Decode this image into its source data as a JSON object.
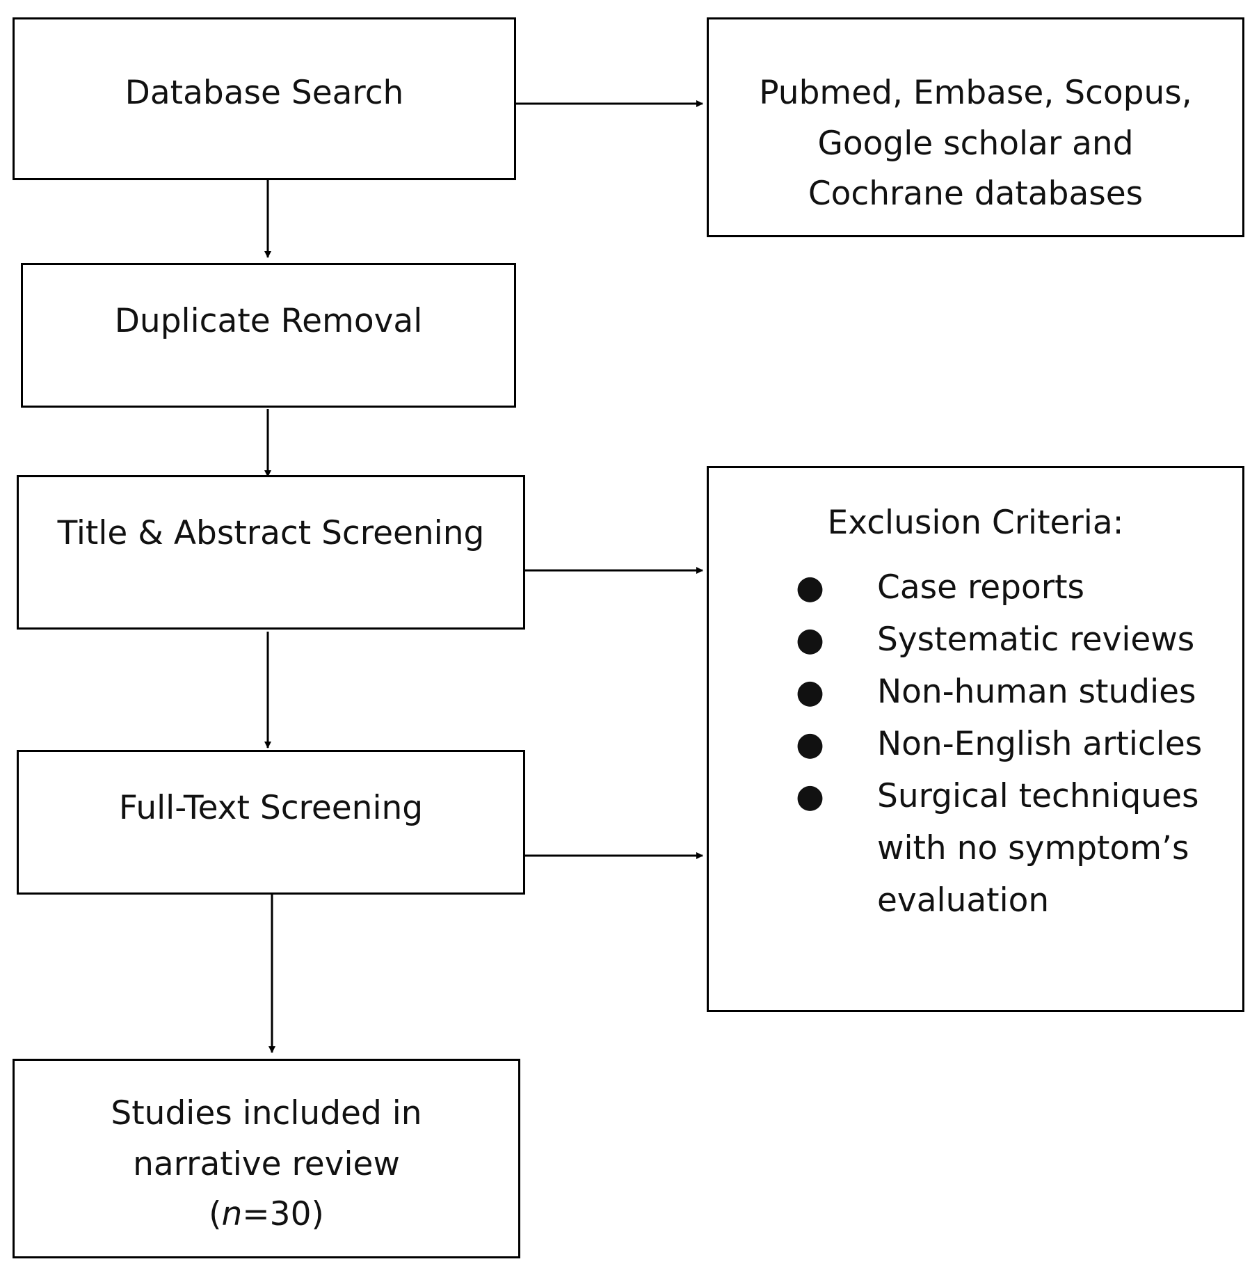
{
  "flow": {
    "database_search": "Database Search",
    "databases": [
      "Pubmed, Embase, Scopus,",
      "Google scholar and",
      "Cochrane databases"
    ],
    "duplicate_removal": "Duplicate Removal",
    "title_abstract": "Title & Abstract Screening",
    "full_text": "Full-Text Screening",
    "included": {
      "line1": "Studies included in",
      "line2": "narrative review",
      "count_open": "(",
      "count_var": "n",
      "count_value": "=30)"
    }
  },
  "exclusion": {
    "heading": "Exclusion Criteria:",
    "bullet_glyph": "●",
    "items": [
      {
        "lines": [
          "Case reports"
        ]
      },
      {
        "lines": [
          "Systematic reviews"
        ]
      },
      {
        "lines": [
          "Non-human studies"
        ]
      },
      {
        "lines": [
          "Non-English articles"
        ]
      },
      {
        "lines": [
          "Surgical techniques",
          "with no symptom’s",
          "evaluation"
        ]
      }
    ]
  }
}
